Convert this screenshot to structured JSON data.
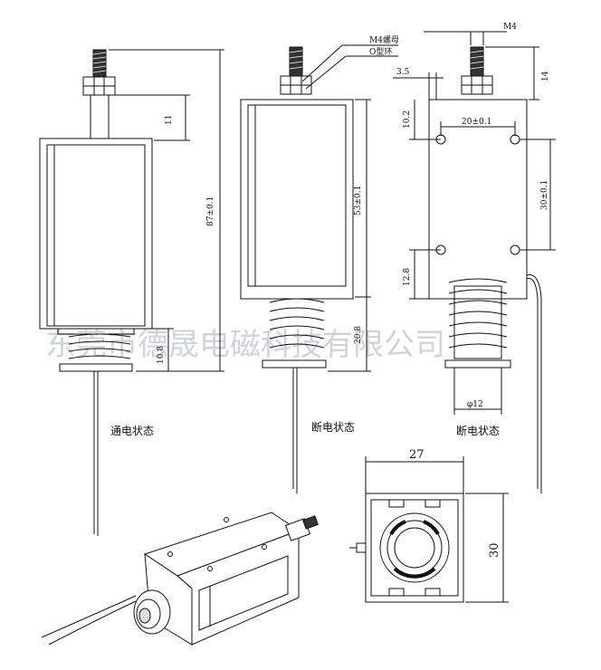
{
  "labels": {
    "thread_spec": "M4螺母",
    "oring": "O型环",
    "m4": "M4"
  },
  "dimensions": {
    "d_11": "11",
    "d_87": "87±0.1",
    "d_10_8": "10.8",
    "d_53": "53±0.1",
    "d_20_8": "20.8",
    "d_3_5": "3.5",
    "d_10_2": "10.2",
    "d_20": "20±0.1",
    "d_30_01": "30±0.1",
    "d_12_8": "12.8",
    "d_14": "14",
    "d_phi12": "φ12",
    "d_27": "27",
    "d_30": "30"
  },
  "captions": {
    "energized": "通电状态",
    "deenergized_1": "断电状态",
    "deenergized_2": "断电状态"
  },
  "watermark": "东莞市德晟电磁科技有限公司"
}
